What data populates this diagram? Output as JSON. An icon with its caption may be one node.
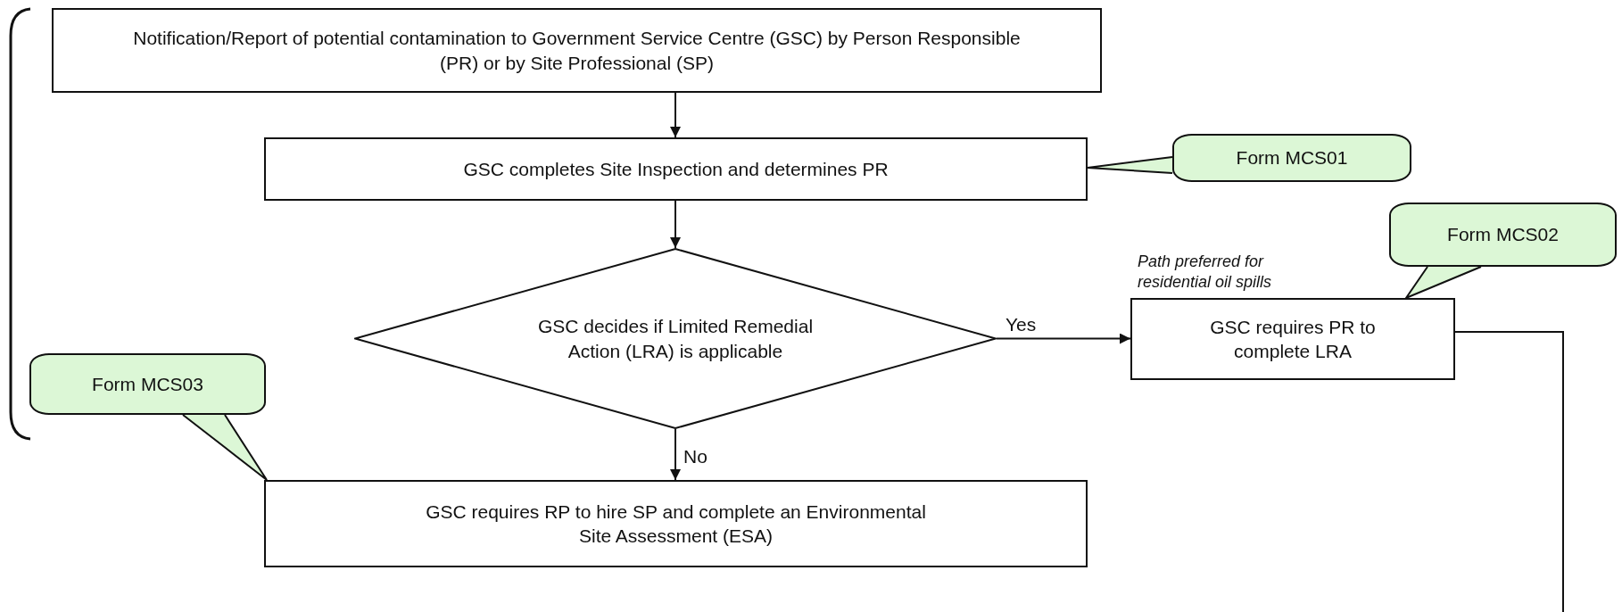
{
  "diagram": {
    "nodes": [
      {
        "text": [
          "Notification/Report of potential contamination to Government Service Centre (GSC) by Person Responsible (PR) or by Site Professional (SP)"
        ]
      },
      {
        "text": [
          "GSC completes Site Inspection and determines PR"
        ]
      },
      {
        "text": [
          "Form MCS01"
        ]
      },
      {
        "text": [
          "GSC decides if Limited Remedial Action (LRA) is applicable"
        ]
      },
      {
        "text": [
          "Form MCS02"
        ]
      },
      {
        "text": [
          "GSC requires PR to complete LRA"
        ]
      },
      {
        "text": [
          "Form MCS03"
        ]
      },
      {
        "text": [
          "GSC requires RP to hire SP and complete an Environmental Site Assessment (ESA)"
        ]
      }
    ],
    "edges": [
      {
        "from": 0,
        "to": 1,
        "arrow": "to"
      },
      {
        "from": 1,
        "to": 3,
        "arrow": "to"
      },
      {
        "from": 3,
        "to": 5,
        "arrow": "to",
        "label": "Yes"
      },
      {
        "from": 3,
        "to": 7,
        "arrow": "to",
        "label": "No"
      },
      {
        "from": 5,
        "to": null,
        "arrow": "none"
      },
      {
        "from": 2,
        "to": 1,
        "arrow": "none"
      },
      {
        "from": 4,
        "to": 5,
        "arrow": "none"
      },
      {
        "from": 6,
        "to": 7,
        "arrow": "none"
      }
    ],
    "labels": [
      "Path preferred for residential oil spills"
    ]
  }
}
